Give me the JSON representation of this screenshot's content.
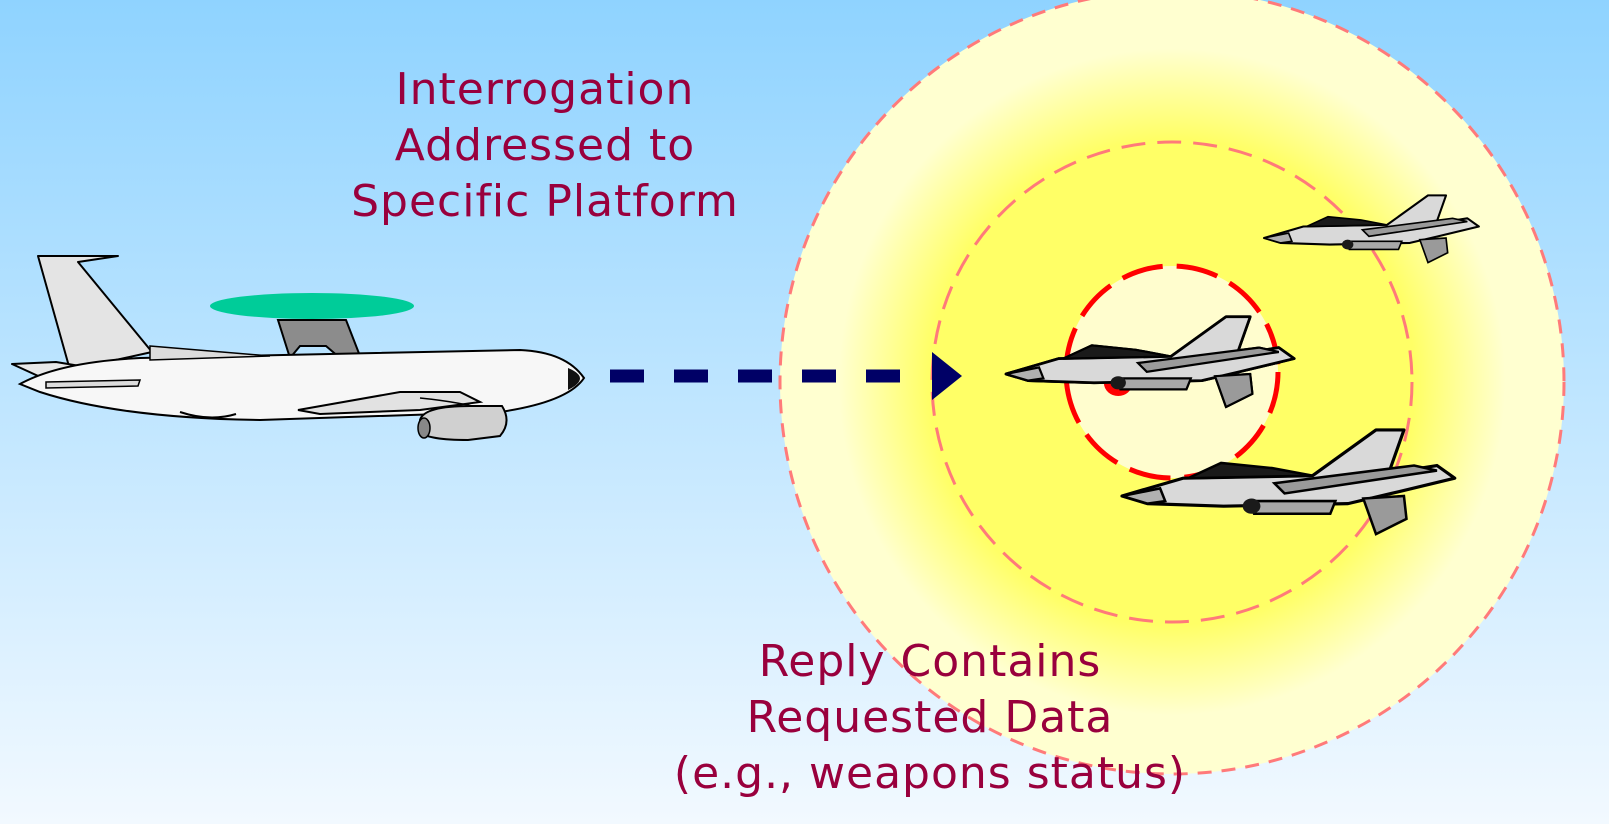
{
  "colors": {
    "background_top": "#8fd3ff",
    "background_bottom": "#f2f9ff",
    "text": "#99003d",
    "arrow": "#000066",
    "range_ring": "#ff7a7a",
    "target_highlight": "#ff0000",
    "radome": "#00cc99",
    "outer_glow": "#ffffd0",
    "inner_glow": "#ffff66"
  },
  "icons": {
    "interrogator": "awacs-aircraft-icon",
    "target": "fighter-jet-icon"
  },
  "interrogation_caption": {
    "lines": [
      "Interrogation",
      "Addressed to",
      "Specific Platform"
    ]
  },
  "reply_caption": {
    "lines": [
      "Reply Contains",
      "Requested Data",
      "(e.g., weapons status)"
    ]
  }
}
